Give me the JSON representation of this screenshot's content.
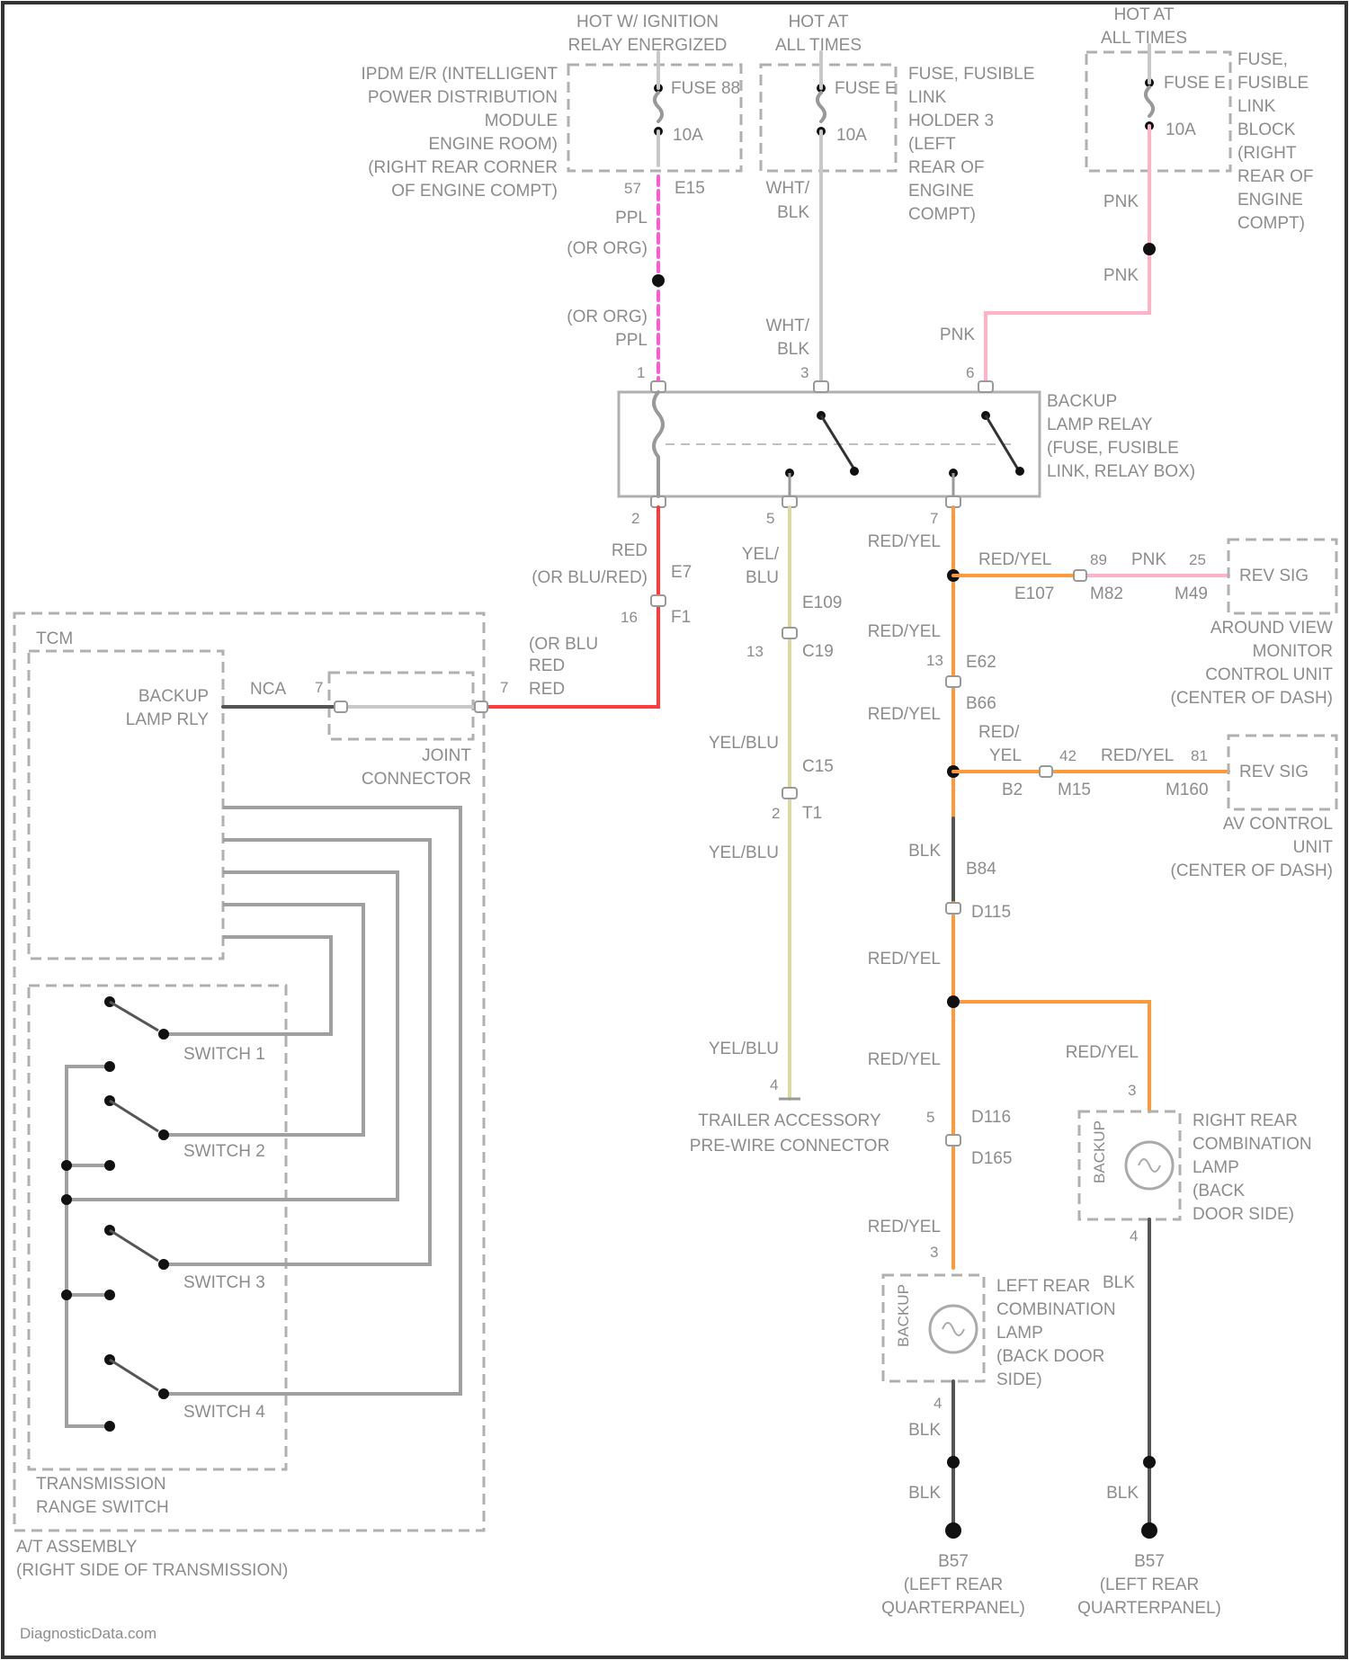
{
  "colors": {
    "pink": "#ff5bd6",
    "red": "#ff3b3b",
    "white_black": "#c8c8c8",
    "light_pink": "#ffb3c6",
    "yellow_blue": "#d9d9a0",
    "orange": "#ff9a3c",
    "gray": "#a0a0a0",
    "dark": "#555555"
  },
  "power": {
    "ign_label": [
      "HOT W/ IGNITION",
      "RELAY ENERGIZED"
    ],
    "hot1_label": [
      "HOT AT",
      "ALL TIMES"
    ],
    "hot2_label": [
      "HOT AT",
      "ALL TIMES"
    ],
    "ipdm_label": [
      "IPDM E/R (INTELLIGENT",
      "POWER DISTRIBUTION",
      "MODULE",
      "ENGINE ROOM)",
      "(RIGHT REAR CORNER",
      "OF ENGINE COMPT)"
    ],
    "fuse_a": "FUSE 88",
    "fuse_a_amp": "10A",
    "fuse_b": "FUSE E",
    "fuse_b_amp": "10A",
    "fuse_c": "FUSE E",
    "fuse_c_amp": "10A",
    "fuse_b_holder": [
      "FUSE, FUSIBLE",
      "LINK",
      "HOLDER 3",
      "(LEFT",
      "REAR OF",
      "ENGINE",
      "COMPT)"
    ],
    "fuse_c_block": [
      "FUSE,",
      "FUSIBLE",
      "LINK",
      "BLOCK",
      "(RIGHT",
      "REAR OF",
      "ENGINE",
      "COMPT)"
    ]
  },
  "wires": {
    "e15_pin": "57",
    "e15": "E15",
    "ppl_a": "PPL",
    "or_org_a": "(OR ORG)",
    "or_org_b": "(OR ORG)",
    "ppl_b": "PPL",
    "wht_blk_a": [
      "WHT/",
      "BLK"
    ],
    "wht_blk_b": [
      "WHT/",
      "BLK"
    ],
    "pnk_a": "PNK",
    "pnk_b": "PNK",
    "pnk_c": "PNK",
    "relay_pin1": "1",
    "relay_pin3": "3",
    "relay_pin6": "6",
    "relay_pin2": "2",
    "relay_pin5": "5",
    "relay_pin7": "7",
    "red_a": "RED",
    "or_blu_red": "(OR BLU/RED)",
    "e7": "E7",
    "f1_pin": "16",
    "f1": "F1",
    "or_blu": "(OR BLU",
    "red_b": "RED",
    "red_c": "RED",
    "yel_blu_a": [
      "YEL/",
      "BLU"
    ],
    "e109": "E109",
    "c19_pin": "13",
    "c19": "C19",
    "yel_blu_b": "YEL/BLU",
    "c15": "C15",
    "t1_pin": "2",
    "t1": "T1",
    "yel_blu_c": "YEL/BLU",
    "yel_blu_d": "YEL/BLU",
    "trailer_pin": "4",
    "red_yel_1": "RED/YEL",
    "red_yel_2": "RED/YEL",
    "e107": "E107",
    "m82_pin": "89",
    "m82": "M82",
    "pnk_m": "PNK",
    "m49_pin": "25",
    "m49": "M49",
    "red_yel_3": "RED/YEL",
    "e62_pin": "13",
    "e62": "E62",
    "b66": "B66",
    "red_yel_4": "RED/YEL",
    "red_yel_5": [
      "RED/",
      "YEL"
    ],
    "b2": "B2",
    "m15_pin": "42",
    "m15": "M15",
    "red_yel_6": "RED/YEL",
    "m160_pin": "81",
    "m160": "M160",
    "blk_a": "BLK",
    "b84": "B84",
    "d115": "D115",
    "red_yel_7": "RED/YEL",
    "red_yel_8": "RED/YEL",
    "red_yel_9": "RED/YEL",
    "d116_pin": "5",
    "d116": "D116",
    "d165": "D165",
    "red_yel_10": "RED/YEL",
    "rr_pin3": "3",
    "rr_pin4": "4",
    "lr_pin3": "3",
    "lr_pin4": "4",
    "blk_b": "BLK",
    "blk_c": "BLK",
    "blk_d": "BLK",
    "blk_e": "BLK",
    "nca": "NCA",
    "tcm_pin": "7",
    "joint_pin": "7"
  },
  "components": {
    "relay": [
      "BACKUP",
      "LAMP RELAY",
      "(FUSE, FUSIBLE",
      "LINK, RELAY BOX)"
    ],
    "rev_sig_1": "REV SIG",
    "around_view": [
      "AROUND VIEW",
      "MONITOR",
      "CONTROL UNIT",
      "(CENTER OF DASH)"
    ],
    "rev_sig_2": "REV SIG",
    "av_control": [
      "AV CONTROL",
      "UNIT",
      "(CENTER OF DASH)"
    ],
    "trailer": [
      "TRAILER ACCESSORY",
      "PRE-WIRE CONNECTOR"
    ],
    "right_rear": [
      "RIGHT REAR",
      "COMBINATION",
      "LAMP",
      "(BACK",
      "DOOR SIDE)"
    ],
    "left_rear": [
      "LEFT REAR",
      "COMBINATION",
      "LAMP",
      "(BACK DOOR",
      "SIDE)"
    ],
    "backup_tag": "BACKUP",
    "ground_1": [
      "B57",
      "(LEFT REAR",
      "QUARTERPANEL)"
    ],
    "ground_2": [
      "B57",
      "(LEFT REAR",
      "QUARTERPANEL)"
    ],
    "tcm": "TCM",
    "backup_lamp_rly": [
      "BACKUP",
      "LAMP RLY"
    ],
    "joint_connector": [
      "JOINT",
      "CONNECTOR"
    ],
    "switch_1": "SWITCH 1",
    "switch_2": "SWITCH 2",
    "switch_3": "SWITCH 3",
    "switch_4": "SWITCH 4",
    "trans_range": [
      "TRANSMISSION",
      "RANGE SWITCH"
    ],
    "at_assembly": [
      "A/T ASSEMBLY",
      "(RIGHT SIDE OF TRANSMISSION)"
    ]
  },
  "footer": {
    "credit": "DiagnosticData.com"
  }
}
